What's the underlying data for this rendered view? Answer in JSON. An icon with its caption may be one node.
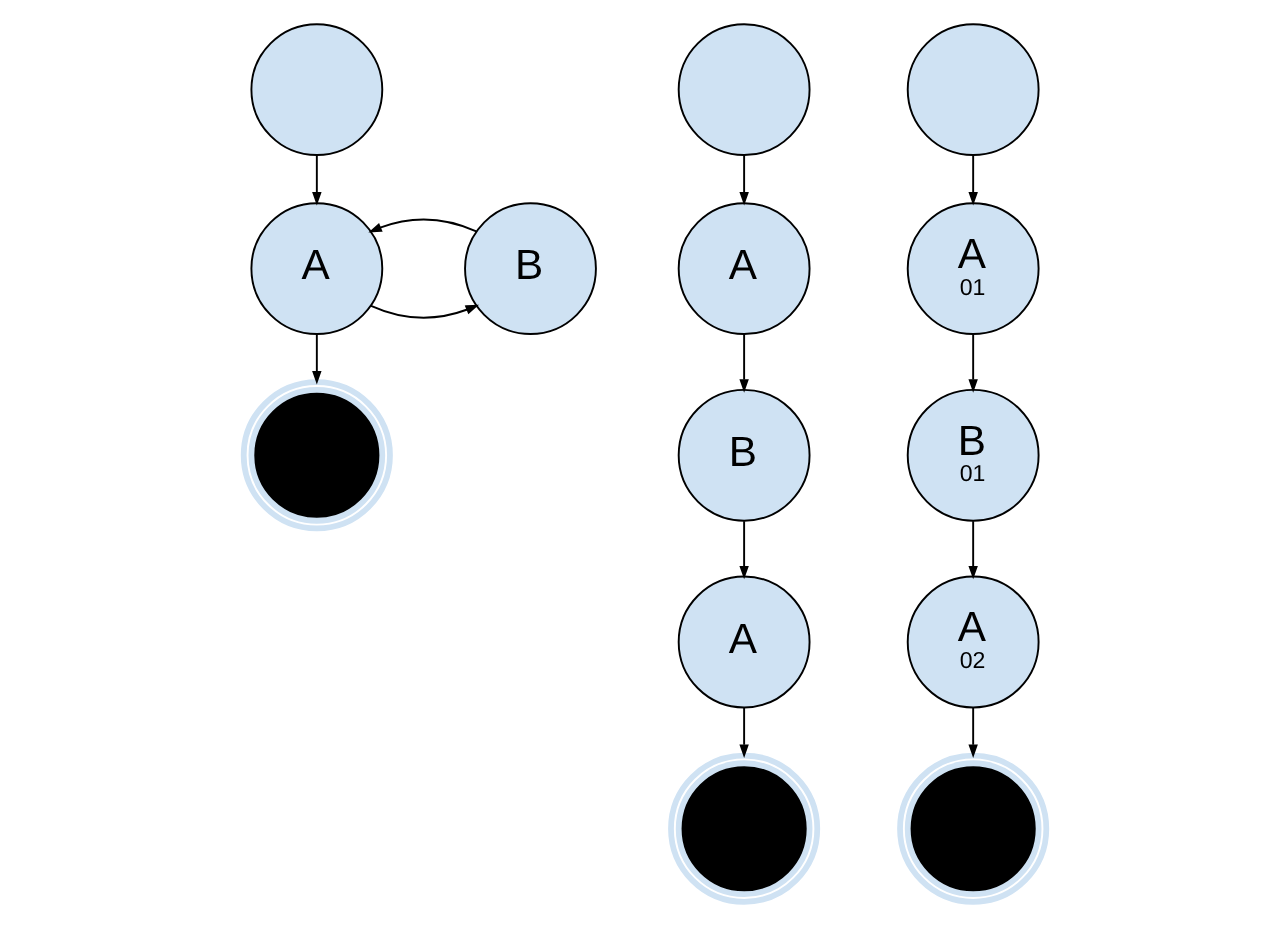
{
  "diagram": {
    "nodes": [
      {
        "text": [],
        "shape": "circle"
      },
      {
        "text": [
          "A"
        ]
      },
      {
        "text": [
          "B"
        ]
      },
      {
        "text": [],
        "shape": "circle"
      },
      {
        "text": [],
        "shape": "circle"
      },
      {
        "text": [
          "A"
        ]
      },
      {
        "text": [
          "B"
        ]
      },
      {
        "text": [
          "A"
        ]
      },
      {
        "text": [],
        "shape": "circle"
      },
      {
        "text": [],
        "shape": "circle"
      },
      {
        "text": [
          "A",
          "01"
        ]
      },
      {
        "text": [
          "B",
          "01"
        ]
      },
      {
        "text": [
          "A",
          "02"
        ]
      },
      {
        "text": [],
        "shape": "circle"
      }
    ],
    "edges": [
      {
        "from": 0,
        "to": 1,
        "arrow": "to"
      },
      {
        "from": 1,
        "to": 2,
        "arrow": "to"
      },
      {
        "from": 2,
        "to": 1,
        "arrow": "to"
      },
      {
        "from": 1,
        "to": 3,
        "arrow": "to"
      },
      {
        "from": 4,
        "to": 5,
        "arrow": "to"
      },
      {
        "from": 5,
        "to": 6,
        "arrow": "to"
      },
      {
        "from": 6,
        "to": 7,
        "arrow": "to"
      },
      {
        "from": 7,
        "to": 8,
        "arrow": "to"
      },
      {
        "from": 9,
        "to": 10,
        "arrow": "to"
      },
      {
        "from": 10,
        "to": 11,
        "arrow": "to"
      },
      {
        "from": 11,
        "to": 12,
        "arrow": "to"
      },
      {
        "from": 12,
        "to": 13,
        "arrow": "to"
      }
    ]
  }
}
